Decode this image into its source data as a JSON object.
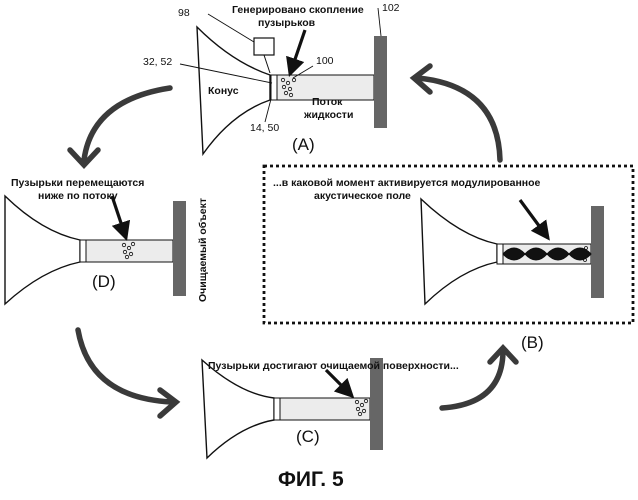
{
  "figure": {
    "caption": "ФИГ. 5"
  },
  "panel_A": {
    "id": "(A)",
    "ref_98": "98",
    "ref_102": "102",
    "ref_100": "100",
    "ref_32_52": "32, 52",
    "ref_14_50": "14, 50",
    "label_bubbles_generated_line1": "Генерировано скопление",
    "label_bubbles_generated_line2": "пузырьков",
    "label_cone": "Конус",
    "label_flow_line1": "Поток",
    "label_flow_line2": "жидкости"
  },
  "panel_B": {
    "id": "(B)",
    "label_line1": "...в каковой момент активируется модулированное",
    "label_line2": "акустическое поле"
  },
  "panel_C": {
    "id": "(C)",
    "label": "Пузырьки достигают очищаемой поверхности..."
  },
  "panel_D": {
    "id": "(D)",
    "label_line1": "Пузырьки перемещаются",
    "label_line2": "ниже по потоку",
    "label_object": "Очищаемый объект"
  },
  "colors": {
    "line": "#111111",
    "plate": "#666666",
    "tube_fill": "#ececec",
    "arrow": "#3a3a3a"
  }
}
